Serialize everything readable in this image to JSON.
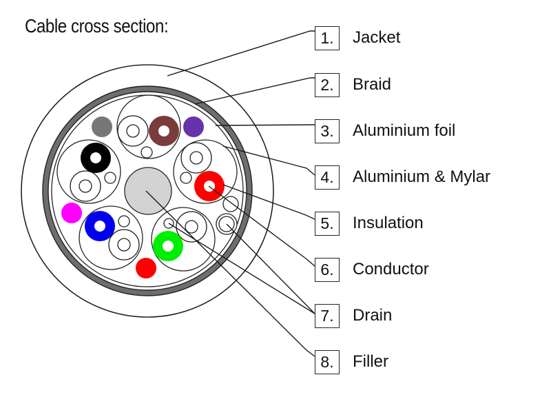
{
  "title": "Cable cross section:",
  "legend": [
    {
      "number": "1.",
      "label": "Jacket"
    },
    {
      "number": "2.",
      "label": "Braid"
    },
    {
      "number": "3.",
      "label": "Aluminium foil"
    },
    {
      "number": "4.",
      "label": "Aluminium & Mylar"
    },
    {
      "number": "5.",
      "label": "Insulation"
    },
    {
      "number": "6.",
      "label": "Conductor"
    },
    {
      "number": "7.",
      "label": "Drain"
    },
    {
      "number": "8.",
      "label": "Filler"
    }
  ],
  "colors": {
    "braid": "#6e6e6e",
    "filler": "#d3d3d3",
    "line": "#1a1a1a",
    "pair_conductors": [
      "#7a3b3b",
      "#000000",
      "#ff0000",
      "#0000ee",
      "#00ee00"
    ],
    "single_fillers": [
      "#777777",
      "#6633aa",
      "#ff00ff",
      "#ff0000"
    ]
  }
}
